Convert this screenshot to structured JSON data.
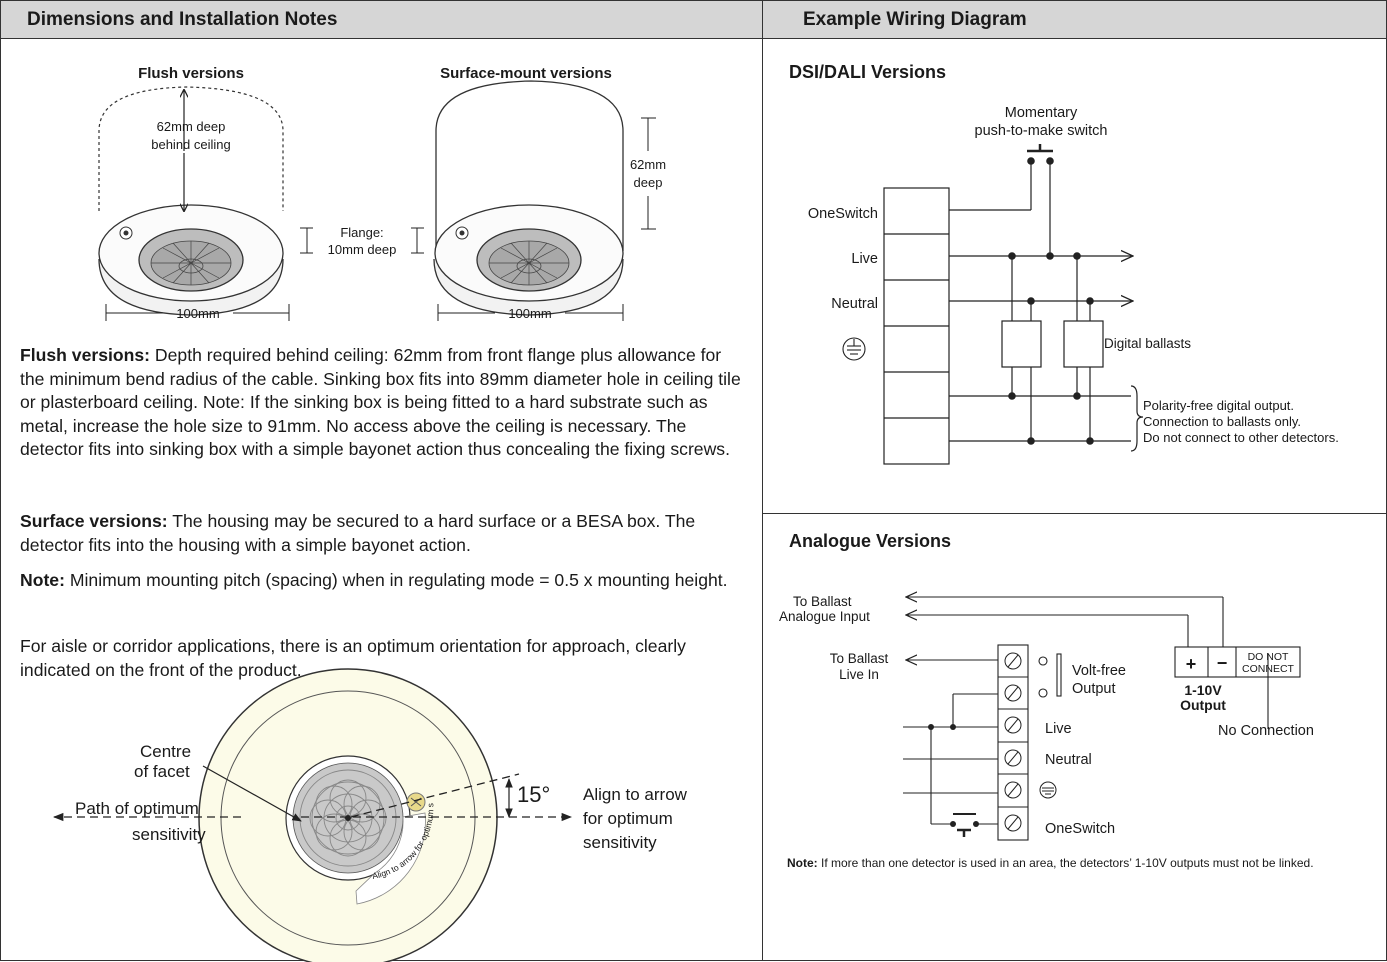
{
  "left": {
    "header": "Dimensions and Installation Notes",
    "flush_title": "Flush versions",
    "surface_title": "Surface-mount versions",
    "depth_behind_1": "62mm deep",
    "depth_behind_2": "behind ceiling",
    "depth_surface_1": "62mm",
    "depth_surface_2": "deep",
    "flange_1": "Flange:",
    "flange_2": "10mm deep",
    "width_flush": "100mm",
    "width_surface": "100mm",
    "para1_bold": "Flush versions:",
    "para1_text": " Depth required behind ceiling: 62mm from front flange plus allowance for the minimum bend radius of the cable.  Sinking box fits into 89mm diameter hole in ceiling tile or plasterboard ceiling.  Note: If the sinking box is being fitted to a hard substrate such as metal, increase the hole size to 91mm.  No access above the ceiling is necessary.  The detector fits into sinking box with a simple bayonet action thus concealing the fixing screws.",
    "para2_bold": "Surface versions:",
    "para2_text": " The housing may be secured to a hard surface or a BESA box. The detector fits into the housing with a simple bayonet action.",
    "para3_bold": "Note:",
    "para3_text": "  Minimum mounting pitch (spacing) when in regulating mode = 0.5 x mounting height.",
    "para4_text": "For aisle or corridor applications, there is an optimum orientation for approach, clearly indicated on the front of the product.",
    "centre_1": "Centre",
    "centre_2": "of facet",
    "path_1": "Path of optimum",
    "path_2": "sensitivity",
    "angle": "15°",
    "align_1": "Align to arrow",
    "align_2": "for optimum",
    "align_3": "sensitivity",
    "align_ring": "Align to arrow for optimum sensitivity"
  },
  "right": {
    "header": "Example Wiring Diagram",
    "dsi": {
      "title": "DSI/DALI Versions",
      "switch_1": "Momentary",
      "switch_2": "push-to-make switch",
      "oneswitch": "OneSwitch",
      "live": "Live",
      "neutral": "Neutral",
      "ballasts": "Digital ballasts",
      "note_1": "Polarity-free digital output.",
      "note_2": "Connection to ballasts only.",
      "note_3": "Do not connect to other detectors."
    },
    "analogue": {
      "title": "Analogue Versions",
      "to_ballast_1": "To Ballast",
      "to_ballast_2": "Analogue Input",
      "live_in_1": "To Ballast",
      "live_in_2": "Live In",
      "volt_free_1": "Volt-free",
      "volt_free_2": "Output",
      "plus": "+",
      "minus": "−",
      "dnc_1": "DO NOT",
      "dnc_2": "CONNECT",
      "output_1": "1-10V",
      "output_2": "Output",
      "no_connection": "No Connection",
      "live": "Live",
      "neutral": "Neutral",
      "oneswitch": "OneSwitch",
      "note_bold": "Note:",
      "note_text": " If more than one detector is used in an area, the detectors’ 1-10V outputs must not be linked."
    }
  }
}
